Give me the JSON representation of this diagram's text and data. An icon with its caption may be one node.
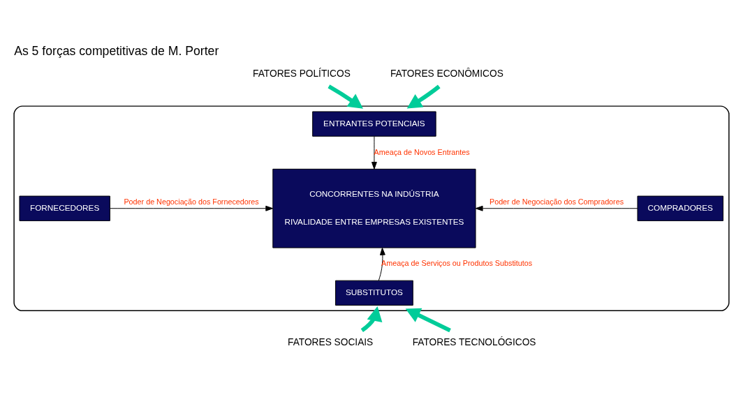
{
  "diagram": {
    "title": "As 5 forças competitivas de M. Porter",
    "nodes": [
      {
        "text": [],
        "shape": "ellipse"
      },
      {
        "text": [
          "ENTRANTES POTENCIAIS"
        ],
        "in": 0
      },
      {
        "text": [
          "FORNECEDORES"
        ],
        "in": 0
      },
      {
        "text": [
          "CONCORRENTES NA INDÚSTRIA",
          "RIVALIDADE ENTRE EMPRESAS EXISTENTES"
        ],
        "in": 0
      },
      {
        "text": [
          "COMPRADORES"
        ],
        "in": 0
      },
      {
        "text": [
          "SUBSTITUTOS"
        ],
        "in": 0
      },
      {
        "text": [
          "FATORES POLÍTICOS"
        ]
      },
      {
        "text": [
          "FATORES ECONÔMICOS"
        ]
      },
      {
        "text": [
          "FATORES SOCIAIS"
        ]
      },
      {
        "text": [
          "FATORES TECNOLÓGICOS"
        ]
      }
    ],
    "edges": [
      {
        "from": 1,
        "to": 3,
        "arrow": "to",
        "label": "Ameaça de Novos Entrantes"
      },
      {
        "from": 2,
        "to": 3,
        "arrow": "to",
        "label": "Poder de Negociação dos Fornecedores"
      },
      {
        "from": 4,
        "to": 3,
        "arrow": "to",
        "label": "Poder de Negociação dos Compradores"
      },
      {
        "from": 5,
        "to": 3,
        "arrow": "to",
        "label": "Ameaça de Serviços ou Produtos Substitutos"
      },
      {
        "from": 6,
        "to": 0,
        "arrow": "to",
        "style": "thick",
        "color": "#00cc99"
      },
      {
        "from": 7,
        "to": 0,
        "arrow": "to",
        "style": "thick",
        "color": "#00cc99"
      },
      {
        "from": 8,
        "to": 0,
        "arrow": "to",
        "style": "thick",
        "color": "#00cc99"
      },
      {
        "from": 9,
        "to": 0,
        "arrow": "to",
        "style": "thick",
        "color": "#00cc99"
      }
    ]
  }
}
